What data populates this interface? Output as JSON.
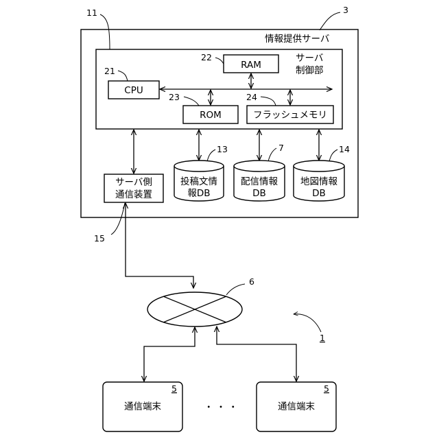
{
  "server": {
    "title": "情報提供サーバ",
    "number": "3",
    "frame_number": "11"
  },
  "controller": {
    "title_line1": "サーバ",
    "title_line2": "制御部"
  },
  "components": {
    "cpu": {
      "label": "CPU",
      "number": "21"
    },
    "ram": {
      "label": "RAM",
      "number": "22"
    },
    "rom": {
      "label": "ROM",
      "number": "23"
    },
    "flash": {
      "label": "フラッシュメモリ",
      "number": "24"
    }
  },
  "databases": {
    "post_db": {
      "line1": "投稿文情",
      "line2": "報DB",
      "number": "13"
    },
    "delivery_db": {
      "line1": "配信情報",
      "line2": "DB",
      "number": "7"
    },
    "map_db": {
      "line1": "地図情報",
      "line2": "DB",
      "number": "14"
    }
  },
  "comm_device": {
    "line1": "サーバ側",
    "line2": "通信装置",
    "number": "15"
  },
  "network": {
    "number": "6"
  },
  "system": {
    "number": "1"
  },
  "terminals": {
    "left": {
      "label": "通信端末",
      "number": "5"
    },
    "right": {
      "label": "通信端末",
      "number": "5"
    },
    "ellipsis": "・ ・ ・"
  }
}
